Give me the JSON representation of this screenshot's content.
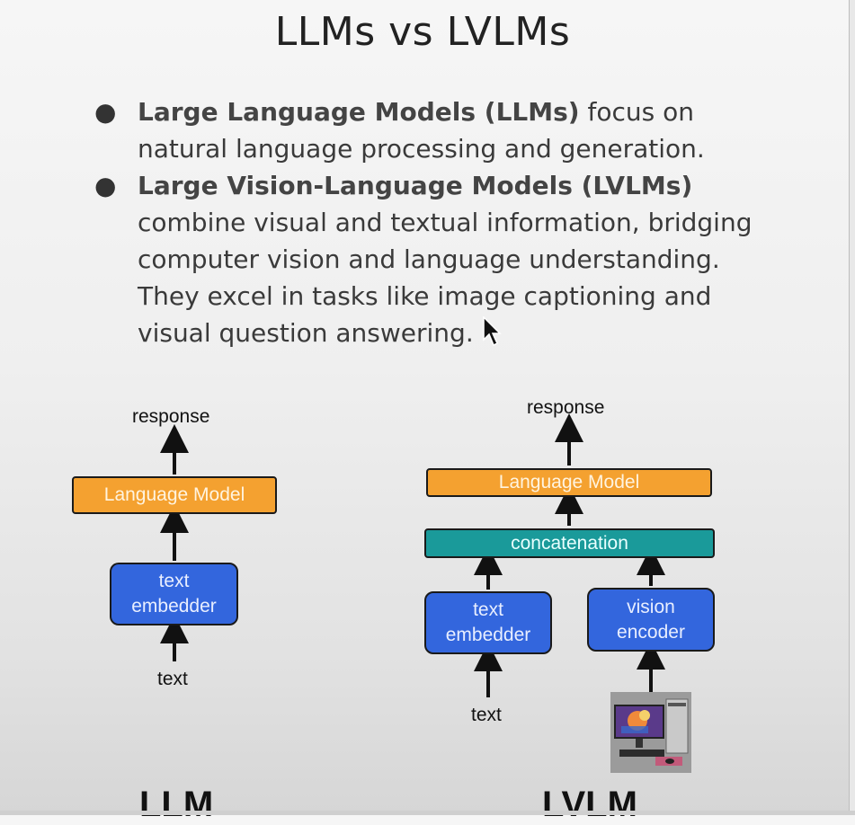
{
  "slide": {
    "title": "LLMs vs LVLMs"
  },
  "bullets": [
    {
      "bold": "Large Language Models (LLMs)",
      "text": " focus on natural language processing and generation."
    },
    {
      "bold": "Large Vision-Language Models (LVLMs)",
      "text": " combine visual and textual information, bridging computer vision and language understanding. They excel in tasks like image captioning and visual question answering."
    }
  ],
  "llm": {
    "response": "response",
    "language_model": "Language Model",
    "text_embedder_line1": "text",
    "text_embedder_line2": "embedder",
    "input": "text",
    "caption": "LLM"
  },
  "lvlm": {
    "response": "response",
    "language_model": "Language Model",
    "concatenation": "concatenation",
    "text_embedder_line1": "text",
    "text_embedder_line2": "embedder",
    "vision_encoder_line1": "vision",
    "vision_encoder_line2": "encoder",
    "input_text": "text",
    "image_icon": "computer-monitor-image",
    "caption": "LVLM"
  },
  "colors": {
    "language_model": "#f4a130",
    "embedder": "#3366dd",
    "concatenation": "#1a9a9a"
  }
}
